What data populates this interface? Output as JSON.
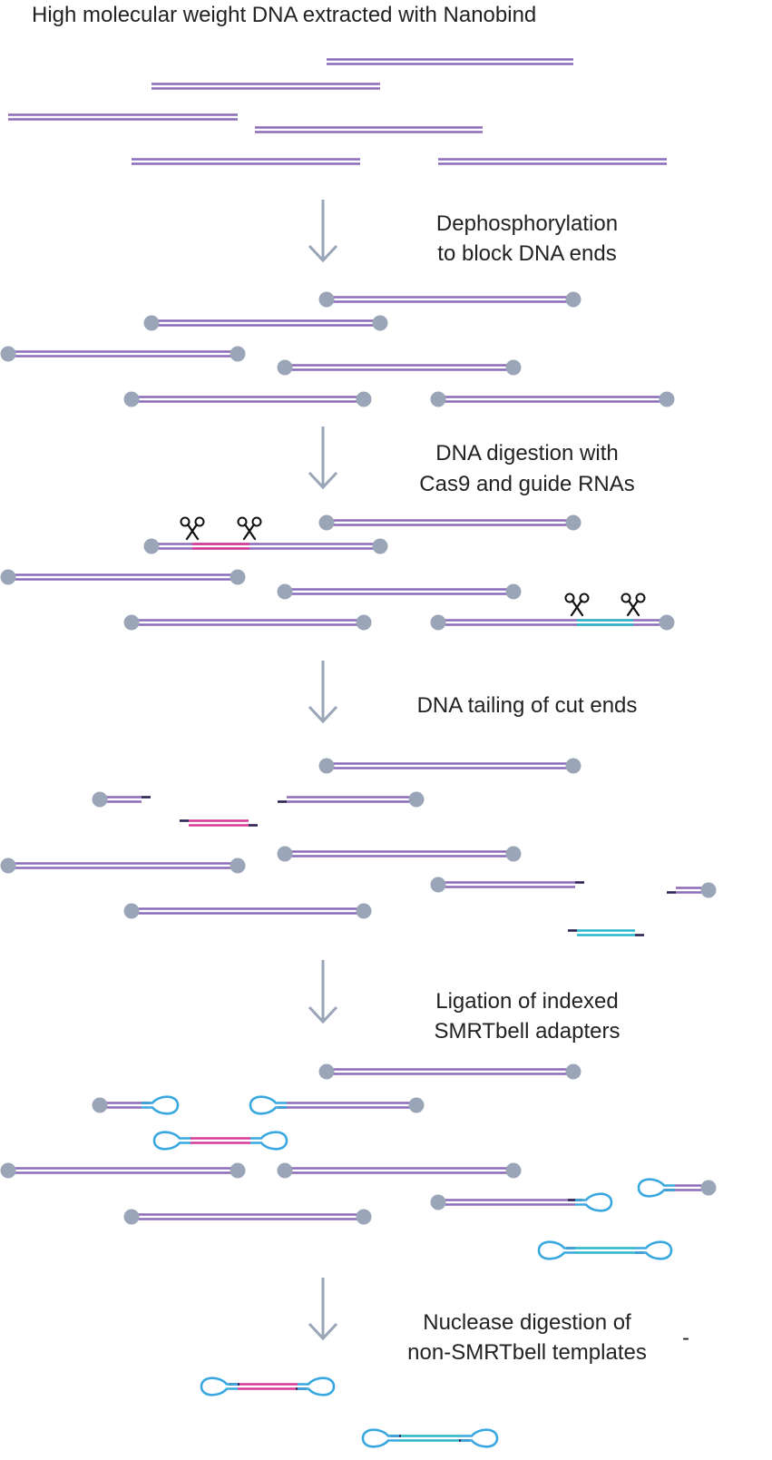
{
  "diagram": {
    "title": "High molecular weight DNA extracted with Nanobind",
    "steps": [
      {
        "line1": "Dephosphorylation",
        "line2": "to block DNA ends"
      },
      {
        "line1": "DNA digestion with",
        "line2": "Cas9 and guide RNAs"
      },
      {
        "line1": "DNA tailing of cut ends",
        "line2": ""
      },
      {
        "line1": "Ligation of indexed",
        "line2": "SMRTbell adapters"
      },
      {
        "line1": "Nuclease digestion of",
        "line2": "non-SMRTbell templates"
      }
    ],
    "stray_mark": "-",
    "cut_icon": "scissors-icon",
    "colors": {
      "dna": "#8b6bb8",
      "end_cap": "#9aa5b8",
      "arrow": "#9aa5b8",
      "target_1": "#d63a96",
      "target_2": "#2ab6c8",
      "adapter": "#3aa8e0",
      "tail": "#2d2252",
      "text": "#222222"
    }
  }
}
